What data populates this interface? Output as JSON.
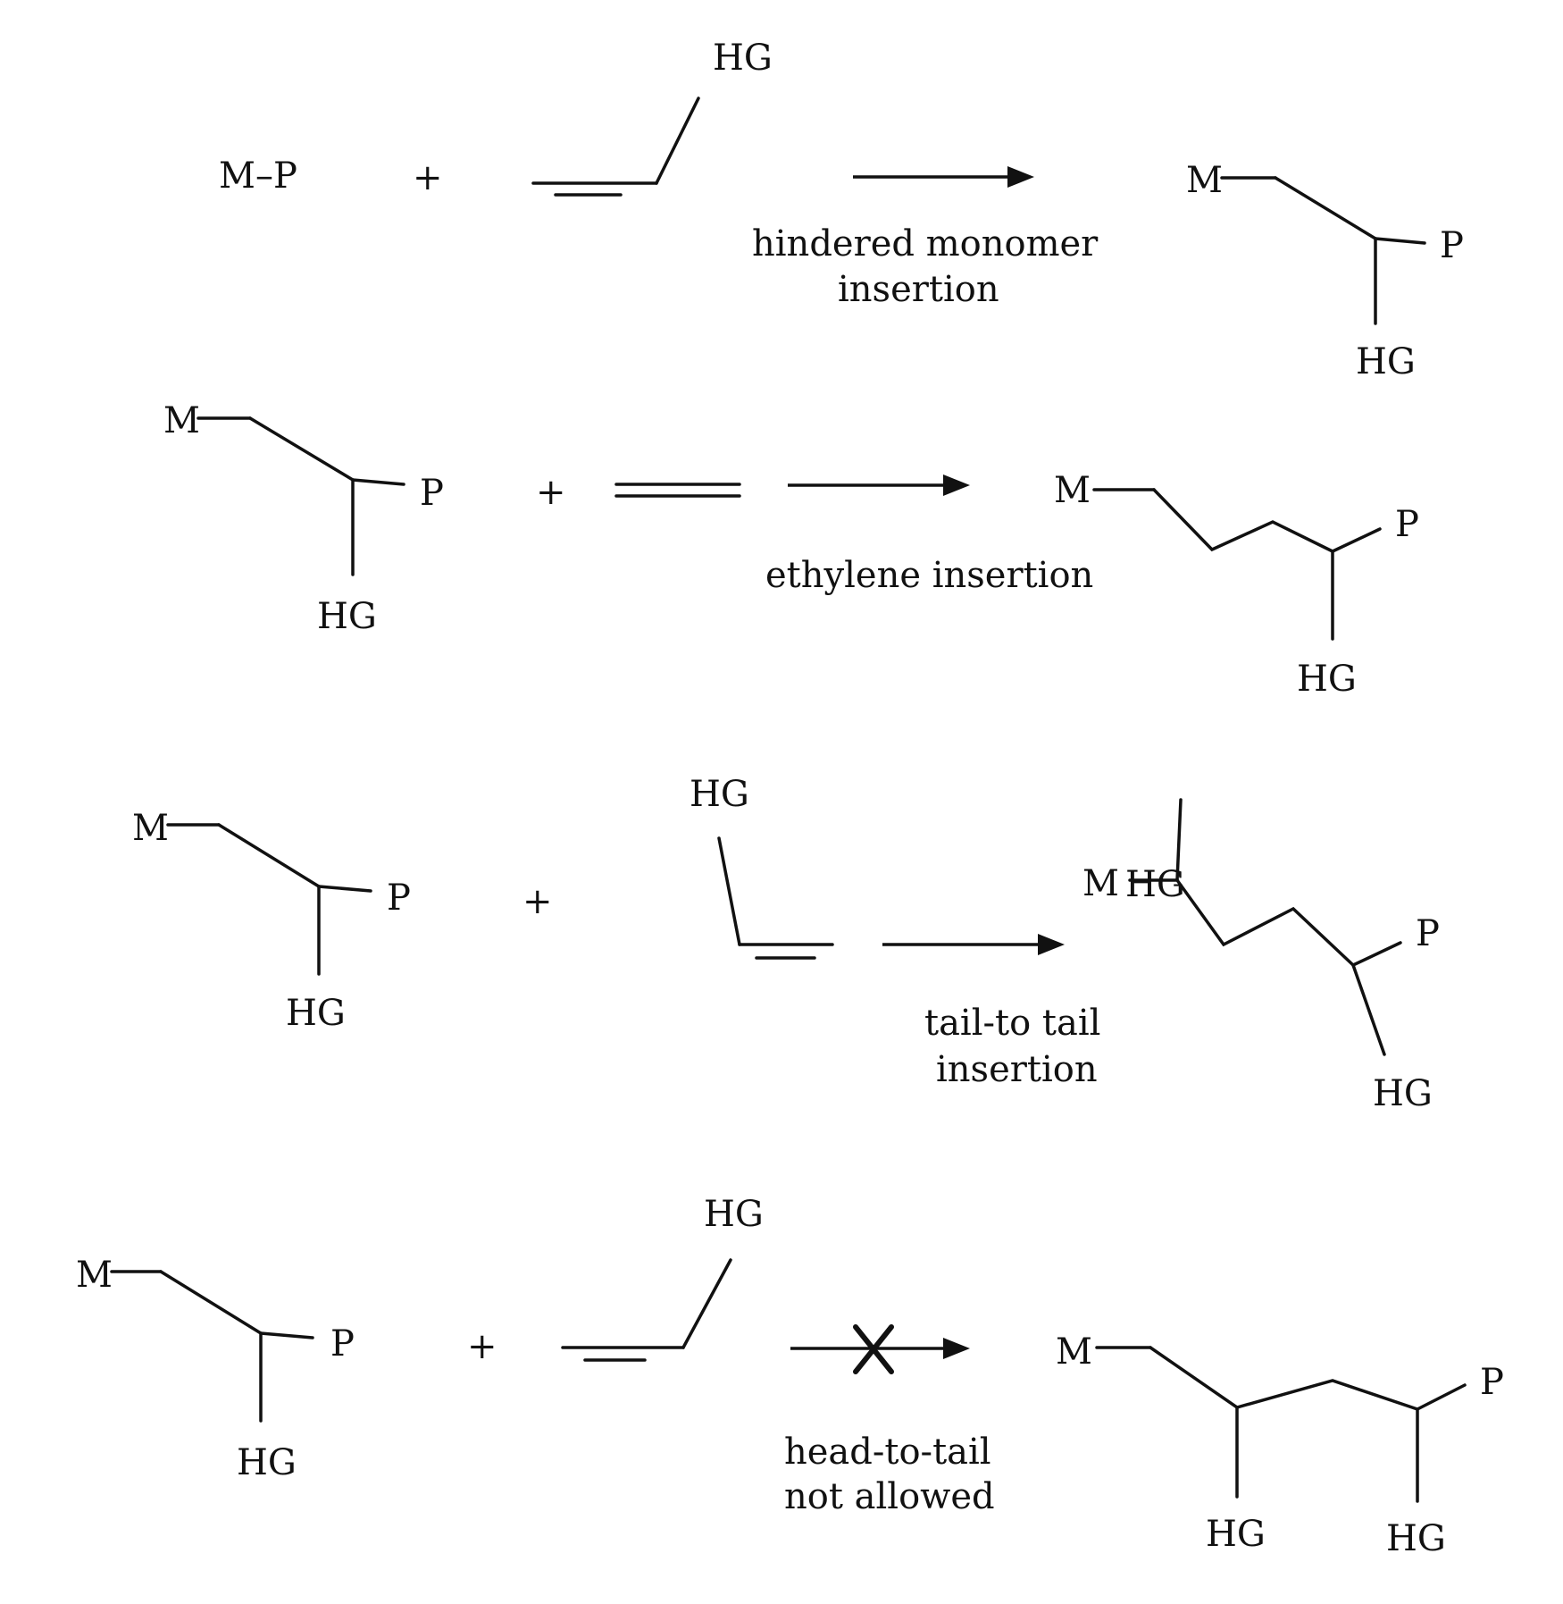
{
  "labels": {
    "M": "M",
    "P": "P",
    "HG": "HG",
    "MP": "M–P",
    "plus": "+",
    "cross": "X"
  },
  "reactions": [
    {
      "caption_line1": "hindered  monomer",
      "caption_line2": "insertion"
    },
    {
      "caption_line1": "ethylene insertion",
      "caption_line2": ""
    },
    {
      "caption_line1": "tail-to tail",
      "caption_line2": "insertion"
    },
    {
      "caption_line1": "head-to-tail",
      "caption_line2": "not allowed"
    }
  ]
}
